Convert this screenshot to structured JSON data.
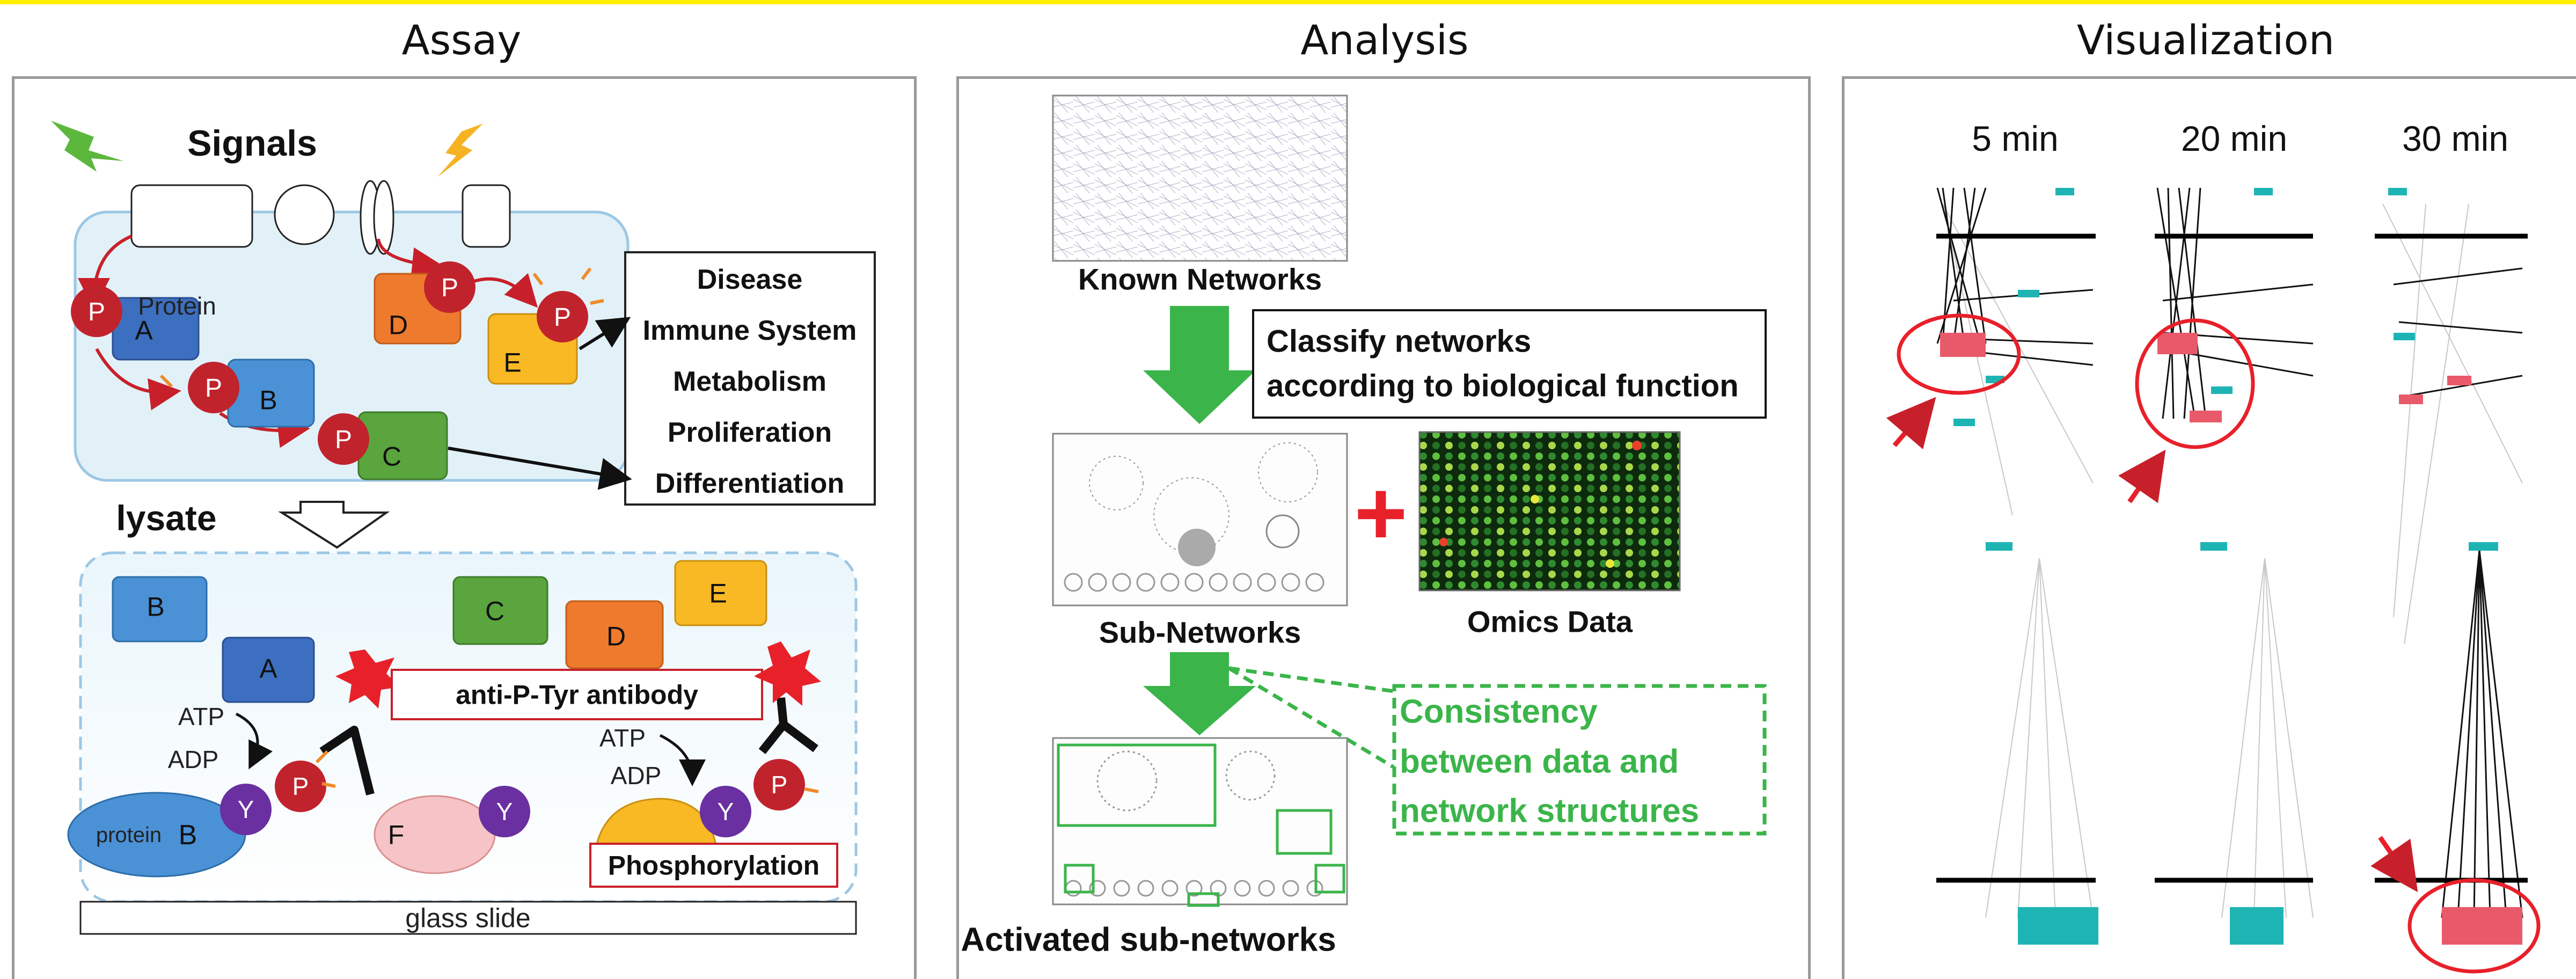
{
  "colors": {
    "topbar": "#ffee00",
    "green_arrow": "#3bb54a",
    "red": "#e8202a",
    "teal": "#1fb4b4",
    "pink": "#e85a6a"
  },
  "panels": [
    {
      "title": "Assay"
    },
    {
      "title": "Analysis"
    },
    {
      "title": "Visualization"
    }
  ],
  "assay": {
    "signals": "Signals",
    "protein_label": "Protein",
    "kinases": [
      "A",
      "B",
      "C",
      "D",
      "E"
    ],
    "phospho": "P",
    "tyrosine": "Y",
    "outcomes": [
      "Disease",
      "Immune System",
      "Metabolism",
      "Proliferation",
      "Differentiation"
    ],
    "lysate": "lysate",
    "slide_proteins": [
      "B",
      "C",
      "E",
      "A",
      "D",
      "F"
    ],
    "antibody": "anti-P-Tyr antibody",
    "atp": "ATP",
    "adp": "ADP",
    "protein_b_label": "protein",
    "protein_b": "B",
    "phosphorylation": "Phosphorylation",
    "glass_slide": "glass slide"
  },
  "analysis": {
    "known_networks": "Known Networks",
    "classify_line1": "Classify networks",
    "classify_line2": "according to biological function",
    "sub_networks": "Sub-Networks",
    "omics_data": "Omics Data",
    "plus": "+",
    "consistency": [
      "Consistency",
      "between data and",
      "network structures"
    ],
    "activated": "Activated sub-networks"
  },
  "visualization": {
    "time_labels": [
      "5 min",
      "20 min",
      "30 min"
    ]
  }
}
